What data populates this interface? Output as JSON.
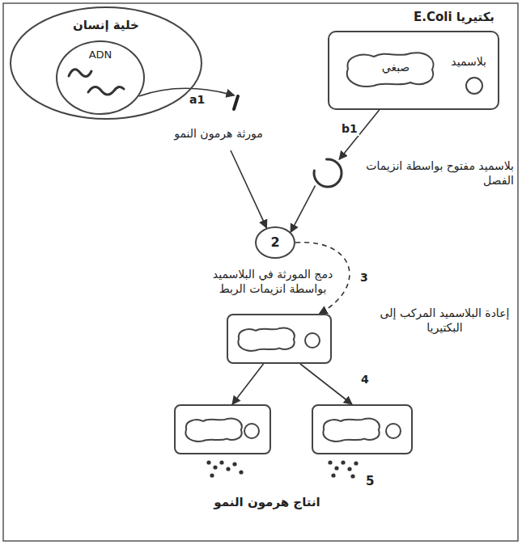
{
  "diagram": {
    "nodes": [
      {
        "text": [
          "خلية إنسان"
        ]
      },
      {
        "text": [
          "ADN"
        ],
        "in": 0
      },
      {
        "text": [
          "بكتيريا E.Coli"
        ]
      },
      {
        "text": [
          "صبغي"
        ],
        "in": 2
      },
      {
        "text": [
          "بلاسميد"
        ],
        "in": 2
      },
      {
        "text": [
          "مورثة هرمون النمو"
        ]
      },
      {
        "text": [
          "بلاسميد مفتوح بواسطة انزيمات الفصل"
        ]
      },
      {
        "text": [
          "2",
          "دمج المورثة في البلاسميد بواسطة انزيمات الربط"
        ]
      },
      {
        "text": [
          "إعادة البلاسميد المركب إلى البكتيريا"
        ]
      },
      {
        "text": []
      },
      {
        "text": []
      }
    ],
    "edges": [
      {
        "from": 1,
        "to": 5,
        "label": "a1",
        "arrow": "to"
      },
      {
        "from": 2,
        "to": 6,
        "label": "b1",
        "arrow": "to"
      },
      {
        "from": 5,
        "to": 7,
        "arrow": "to"
      },
      {
        "from": 6,
        "to": 7,
        "arrow": "to"
      },
      {
        "from": 7,
        "to": 8,
        "label": "3",
        "arrow": "to"
      },
      {
        "from": 8,
        "to": 9,
        "arrow": "to"
      },
      {
        "from": 8,
        "to": 10,
        "label": "4",
        "arrow": "to"
      }
    ],
    "labels": [
      "5",
      "انتاج هرمون النمو"
    ]
  }
}
